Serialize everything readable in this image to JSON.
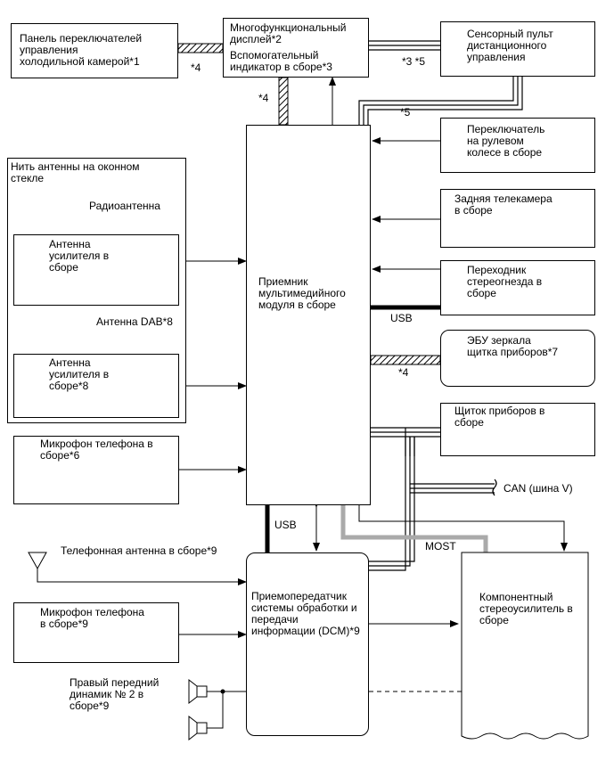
{
  "boxes": {
    "climate_panel": "Панель переключателей\nуправления\nхолодильной камерой*1",
    "mfd": "Многофункциональный\nдисплей*2",
    "aux_indicator": "Вспомогательный\nиндикатор в сборе*3",
    "touch_remote": "Сенсорный пульт\nдистанционного\nуправления",
    "steering_switch": "Переключатель\nна рулевом\nколесе в сборе",
    "rear_camera": "Задняя телекамера\nв сборе",
    "stereo_jack": "Переходник\nстереогнезда в\nсборе",
    "mirror_ecu": "ЭБУ зеркала\nщитка приборов*7",
    "instrument_panel": "Щиток приборов в\nсборе",
    "receiver": "Приемник\nмультимедийного\nмодуля в сборе",
    "antenna_group": "Нить антенны на оконном\nстекле",
    "radio_antenna": "Радиоантенна",
    "amp_antenna": "Антенна\nусилителя в\nсборе",
    "dab_antenna": "Антенна DAB*8",
    "amp_antenna_8": "Антенна\nусилителя в\nсборе*8",
    "phone_mic_6": "Микрофон телефона в\nсборе*6",
    "phone_antenna_9": "Телефонная антенна в сборе*9",
    "dcm": "Приемопередатчик\nсистемы обработки и\nпередачи\nинформации (DCM)*9",
    "phone_mic_9": "Микрофон телефона\nв сборе*9",
    "speaker": "Правый передний\nдинамик № 2 в\nсборе*9",
    "stereo_amp": "Компонентный\nстереоусилитель в\nсборе"
  },
  "wire_labels": {
    "note4_a": "*4",
    "note4_b": "*4",
    "note4_c": "*4",
    "note35": "*3 *5",
    "note5": "*5",
    "usb_right": "USB",
    "usb_bottom": "USB",
    "can": "CAN (шина V)",
    "most": "MOST"
  }
}
